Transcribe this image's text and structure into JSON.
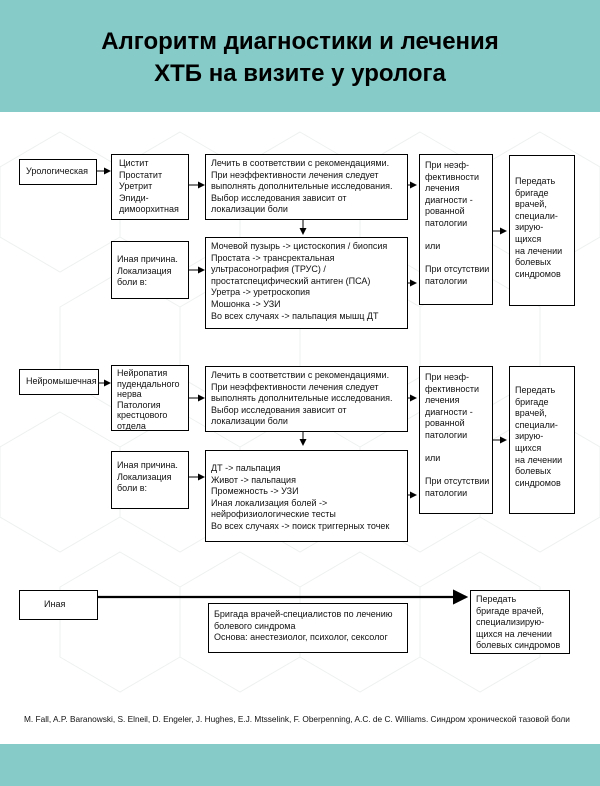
{
  "header": {
    "title_line1": "Алгоритм диагностики и лечения",
    "title_line2": "ХТБ на визите у уролога"
  },
  "colors": {
    "band": "#86cbc7"
  },
  "urological": {
    "category": "Урологическая",
    "causes": [
      "Цистит",
      "Простатит",
      "Уретрит",
      "Эпиди-",
      "димоорхитная"
    ],
    "treat": [
      "Лечить в соответствии с рекомендациями.",
      "При неэффективности лечения следует",
      "выполнять дополнительные исследования.",
      "Выбор исследования зависит от",
      "локализации боли"
    ],
    "other_cause": [
      "Иная причина.",
      "Локализация",
      "боли в:"
    ],
    "exams": [
      "Мочевой пузырь -> цистоскопия / биопсия",
      "Простата -> трансректальная",
      "ультрасонография  (ТРУС) /",
      "простатспецифический антиген  (ПСА)",
      "Уретра -> уретроскопия",
      "Мошонка -> УЗИ",
      "Во всех случаях -> пальпация мышц ДТ"
    ],
    "ineffective": [
      "При неэф-",
      "фективности",
      "лечения",
      "диагности -",
      "рованной",
      "патологии",
      "",
      "или",
      "",
      "При отсутствии",
      "патологии"
    ],
    "refer": [
      "Передать",
      "бригаде",
      "врачей,",
      "специали-",
      "зирую-",
      "щихся",
      "на лечении",
      "болевых",
      "синдромов"
    ]
  },
  "neuromuscular": {
    "category": "Нейромышечная",
    "causes": [
      "Нейропатия",
      "пудендального",
      "нерва",
      "Патология",
      "крестцового",
      "отдела"
    ],
    "treat": [
      "Лечить в соответствии с рекомендациями.",
      "При неэффективности лечения следует",
      "выполнять дополнительные исследования.",
      "Выбор исследования зависит от",
      "локализации боли"
    ],
    "other_cause": [
      "Иная причина.",
      "Локализация",
      "боли в:"
    ],
    "exams": [
      "ДТ -> пальпация",
      "Живот -> пальпация",
      "Промежность -> УЗИ",
      "Иная локализация болей ->",
      "нейрофизиологические тесты",
      "Во всех случаях -> поиск триггерных точек"
    ],
    "ineffective": [
      "При неэф-",
      "фективности",
      "лечения",
      "диагности -",
      "рованной",
      "патологии",
      "",
      "или",
      "",
      "При отсутствии",
      "патологии"
    ],
    "refer": [
      "Передать",
      "бригаде",
      "врачей,",
      "специали-",
      "зирую-",
      "щихся",
      "на лечении",
      "болевых",
      "синдромов"
    ]
  },
  "other": {
    "category": "Иная",
    "team": [
      "Бригада врачей-специалистов по лечению",
      "болевого синдрома",
      "Основа: анестезиолог, психолог, сексолог"
    ],
    "refer": [
      "Передать",
      "бригаде врачей,",
      "специализирую-",
      "щихся на лечении",
      "болевых синдромов"
    ]
  },
  "citation": "M. Fall, A.P. Baranowski, S. Elneil, D. Engeler, J. Hughes, E.J. Mtsselink, F. Oberpenning, A.C. de C. Williams. Синдром хронической тазовой боли"
}
